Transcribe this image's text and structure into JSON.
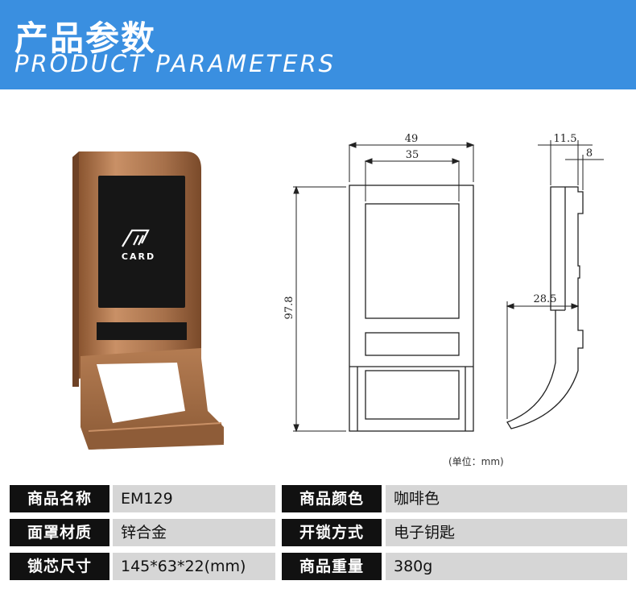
{
  "header": {
    "title_cn": "产品参数",
    "title_en": "PRODUCT PARAMETERS"
  },
  "product": {
    "card_text": "CARD"
  },
  "drawing": {
    "dims": {
      "width_outer": "49",
      "width_inner": "35",
      "height": "97.8",
      "side_top": "11.5",
      "side_small": "8",
      "side_mid": "28.5"
    },
    "unit_note": "(单位：mm)"
  },
  "specs": [
    {
      "label_left": "商品名称",
      "value_left": "EM129",
      "label_right": "商品颜色",
      "value_right": "咖啡色"
    },
    {
      "label_left": "面罩材质",
      "value_left": "锌合金",
      "label_right": "开锁方式",
      "value_right": "电子钥匙"
    },
    {
      "label_left": "锁芯尺寸",
      "value_left": "145*63*22(mm)",
      "label_right": "商品重量",
      "value_right": "380g"
    }
  ],
  "colors": {
    "banner": "#3a8fe0",
    "bronze": "#a9744a",
    "panel": "#161616"
  }
}
